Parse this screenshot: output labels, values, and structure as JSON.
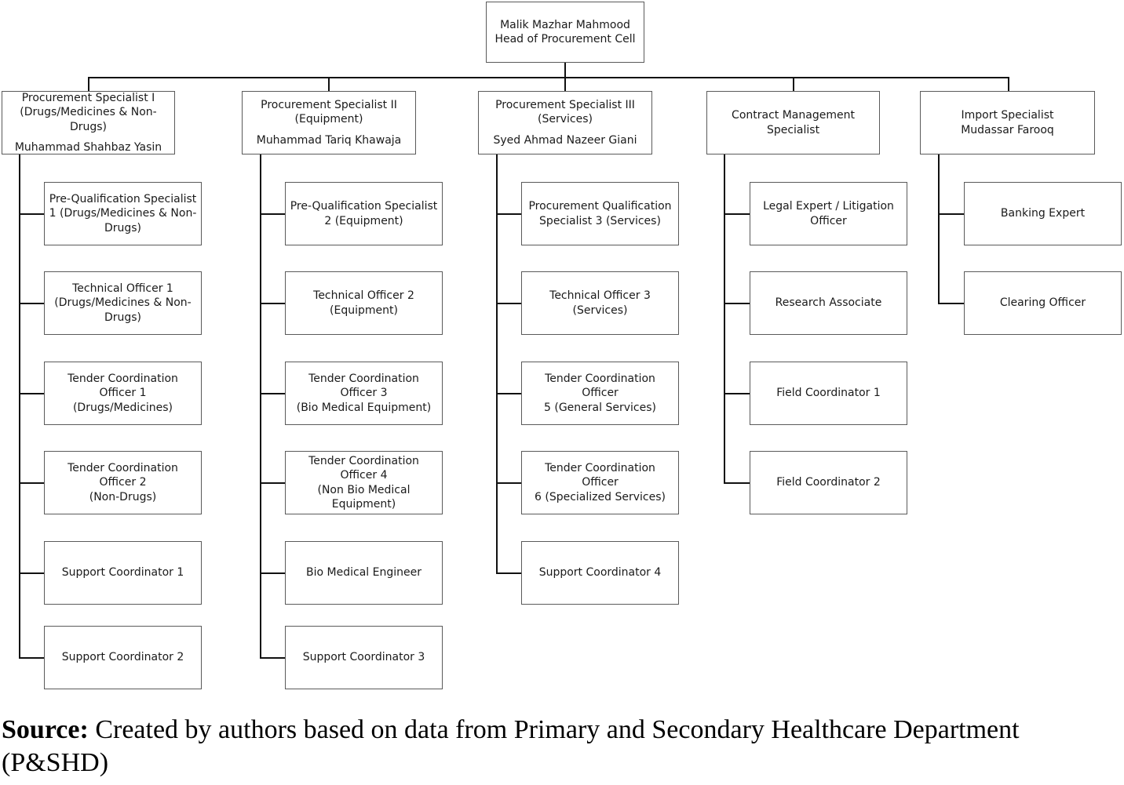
{
  "head": {
    "name": "Malik Mazhar Mahmood",
    "title": "Head of Procurement Cell"
  },
  "columns": [
    {
      "header": [
        "Procurement Specialist I\n(Drugs/Medicines & Non-\nDrugs)",
        "Muhammad Shahbaz Yasin"
      ],
      "children": [
        "Pre-Qualification Specialist\n1 (Drugs/Medicines & Non-\nDrugs)",
        "Technical Officer 1\n(Drugs/Medicines & Non-\nDrugs)",
        "Tender Coordination\nOfficer 1\n(Drugs/Medicines)",
        "Tender Coordination\nOfficer 2\n(Non-Drugs)",
        "Support Coordinator 1",
        "Support Coordinator 2"
      ]
    },
    {
      "header": [
        "Procurement Specialist II\n(Equipment)",
        "Muhammad Tariq Khawaja"
      ],
      "children": [
        "Pre-Qualification Specialist\n2 (Equipment)",
        "Technical Officer 2\n(Equipment)",
        "Tender Coordination\nOfficer 3\n(Bio Medical Equipment)",
        "Tender Coordination\nOfficer 4\n(Non Bio Medical\nEquipment)",
        "Bio Medical Engineer",
        "Support Coordinator 3"
      ]
    },
    {
      "header": [
        "Procurement Specialist III\n(Services)",
        "Syed Ahmad Nazeer Giani"
      ],
      "children": [
        "Procurement Qualification\nSpecialist 3 (Services)",
        "Technical Officer 3\n(Services)",
        "Tender Coordination Officer\n5 (General Services)",
        "Tender Coordination Officer\n6 (Specialized Services)",
        "Support Coordinator 4"
      ]
    },
    {
      "header": [
        "Contract Management\nSpecialist"
      ],
      "children": [
        "Legal Expert / Litigation\nOfficer",
        "Research Associate",
        "Field Coordinator 1",
        "Field Coordinator 2"
      ]
    },
    {
      "header": [
        "Import Specialist\nMudassar Farooq"
      ],
      "children": [
        "Banking Expert",
        "Clearing Officer"
      ]
    }
  ],
  "source": {
    "label": "Source:",
    "text": " Created by authors based on data from Primary and Secondary Healthcare Department (P&SHD)"
  }
}
